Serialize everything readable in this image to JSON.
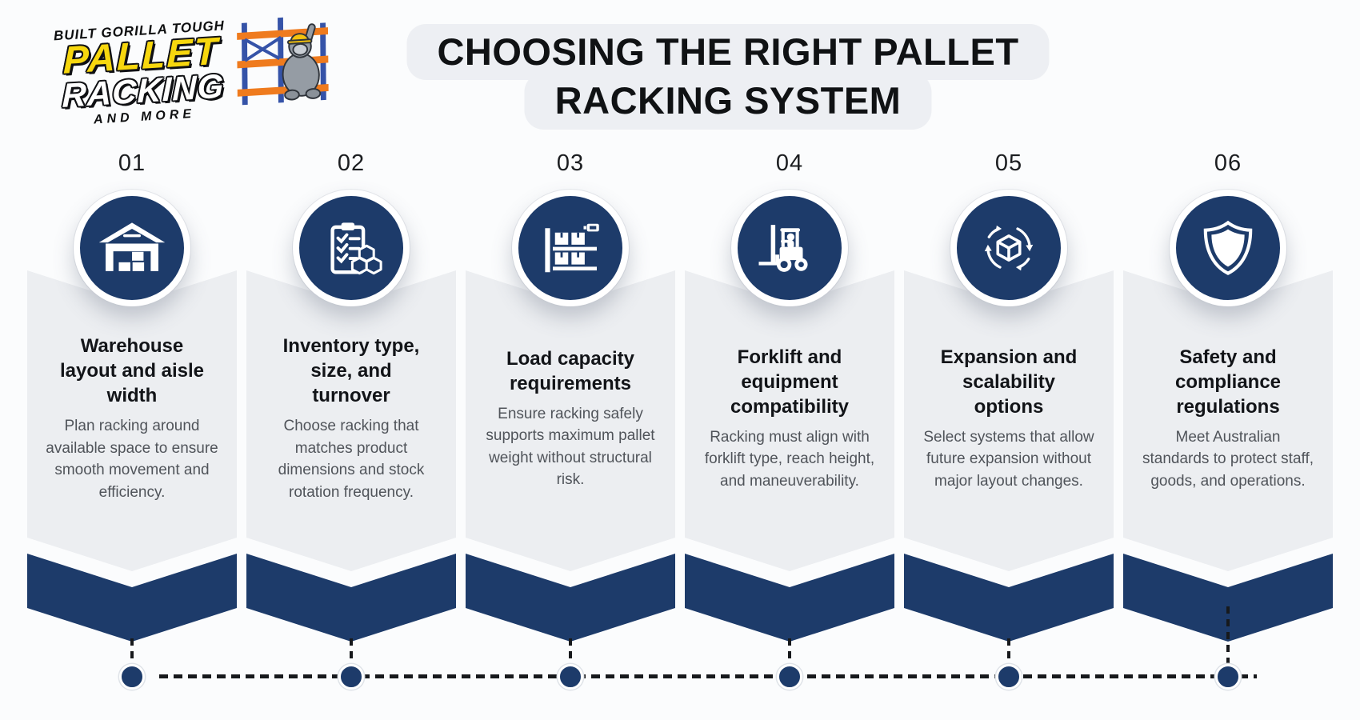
{
  "logo": {
    "tagline_top": "BUILT GORILLA TOUGH",
    "word1": "PALLET",
    "word2": "RACKING",
    "tagline_bottom": "AND MORE"
  },
  "title": {
    "line1": "CHOOSING THE RIGHT PALLET",
    "line2": "RACKING SYSTEM"
  },
  "colors": {
    "navy": "#1d3b6a",
    "card_bg": "#eceef1",
    "banner_bg": "#edeff3",
    "logo_yellow": "#f7d70e",
    "logo_orange": "#ef7b1e",
    "logo_blue": "#3553a8",
    "text_dark": "#121418",
    "text_gray": "#50545a"
  },
  "steps": [
    {
      "number": "01",
      "icon": "warehouse-icon",
      "title": "Warehouse layout and aisle width",
      "description": "Plan racking around available space to ensure smooth movement and efficiency."
    },
    {
      "number": "02",
      "icon": "checklist-icon",
      "title": "Inventory type, size, and turnover",
      "description": "Choose racking that matches product dimensions and stock rotation frequency."
    },
    {
      "number": "03",
      "icon": "pallet-rack-icon",
      "title": "Load capacity requirements",
      "description": "Ensure racking safely supports maximum pallet weight without structural risk."
    },
    {
      "number": "04",
      "icon": "forklift-icon",
      "title": "Forklift and equipment compatibility",
      "description": "Racking must align with forklift type, reach height, and maneuverability."
    },
    {
      "number": "05",
      "icon": "expansion-icon",
      "title": "Expansion and scalability options",
      "description": "Select systems that allow future expansion without major layout changes."
    },
    {
      "number": "06",
      "icon": "shield-icon",
      "title": "Safety and compliance regulations",
      "description": "Meet Australian standards to protect staff, goods, and operations."
    }
  ]
}
